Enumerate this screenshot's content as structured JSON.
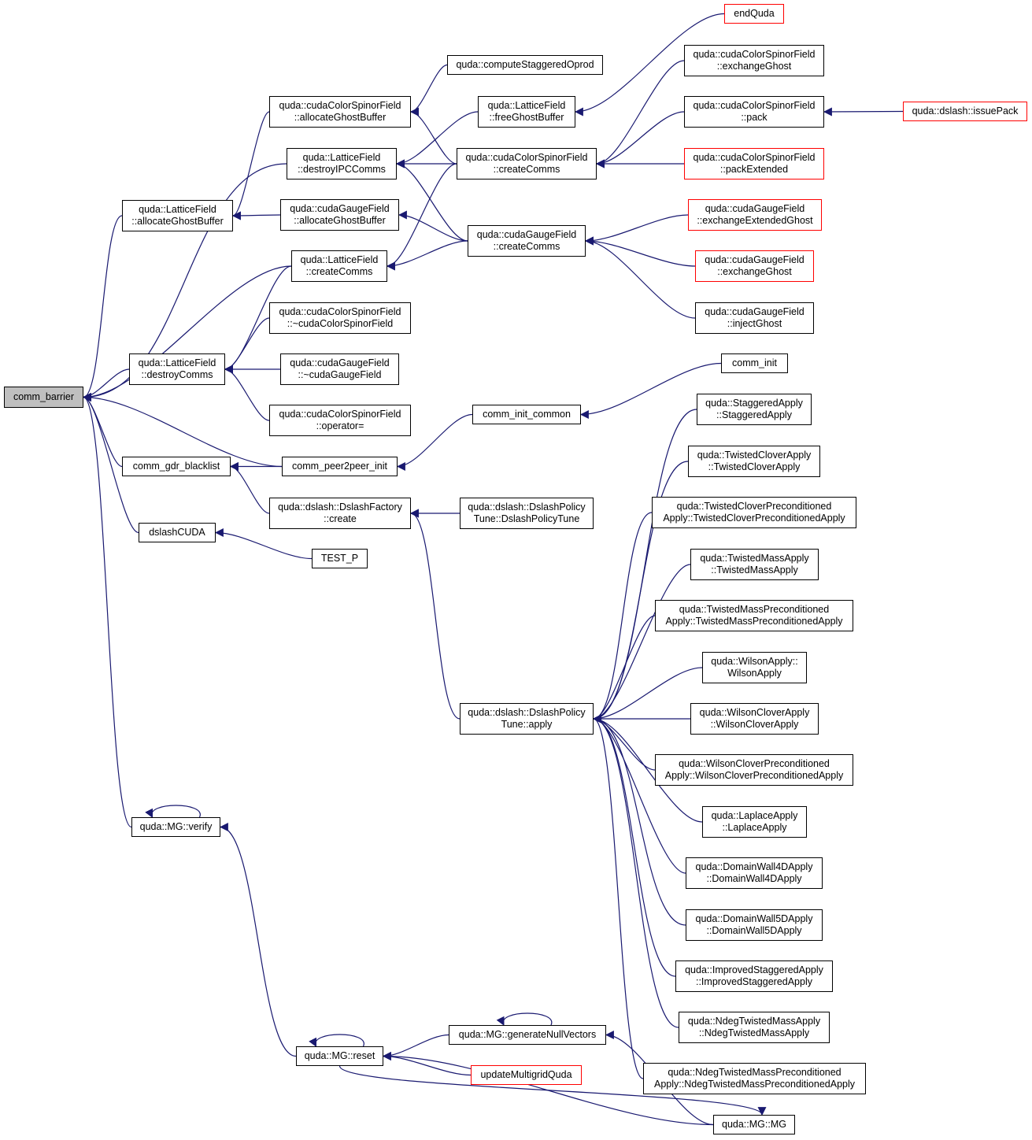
{
  "colors": {
    "edge": "#191970",
    "root_fill": "#bfbfbf",
    "truncated_border": "#ff0000",
    "node_border": "#000000"
  },
  "nodes": [
    {
      "id": "comm_barrier",
      "lines": [
        "comm_barrier"
      ],
      "root": true
    },
    {
      "id": "lf_allocGhost",
      "lines": [
        "quda::LatticeField",
        "::allocateGhostBuffer"
      ]
    },
    {
      "id": "comm_gdr_blacklist",
      "lines": [
        "comm_gdr_blacklist"
      ]
    },
    {
      "id": "dslashCUDA",
      "lines": [
        "dslashCUDA"
      ]
    },
    {
      "id": "lf_destroyComms",
      "lines": [
        "quda::LatticeField",
        "::destroyComms"
      ]
    },
    {
      "id": "mg_verify",
      "lines": [
        "quda::MG::verify"
      ]
    },
    {
      "id": "csf_allocGhost",
      "lines": [
        "quda::cudaColorSpinorField",
        "::allocateGhostBuffer"
      ]
    },
    {
      "id": "lf_destroyIPC",
      "lines": [
        "quda::LatticeField",
        "::destroyIPCComms"
      ]
    },
    {
      "id": "gf_allocGhost",
      "lines": [
        "quda::cudaGaugeField",
        "::allocateGhostBuffer"
      ]
    },
    {
      "id": "lf_createComms",
      "lines": [
        "quda::LatticeField",
        "::createComms"
      ]
    },
    {
      "id": "csf_dtor",
      "lines": [
        "quda::cudaColorSpinorField",
        "::~cudaColorSpinorField"
      ]
    },
    {
      "id": "gf_dtor",
      "lines": [
        "quda::cudaGaugeField",
        "::~cudaGaugeField"
      ]
    },
    {
      "id": "csf_opeq",
      "lines": [
        "quda::cudaColorSpinorField",
        "::operator="
      ]
    },
    {
      "id": "comm_peer2peer_init",
      "lines": [
        "comm_peer2peer_init"
      ]
    },
    {
      "id": "dslash_factory",
      "lines": [
        "quda::dslash::DslashFactory",
        "::create"
      ]
    },
    {
      "id": "test_p",
      "lines": [
        "TEST_P"
      ]
    },
    {
      "id": "mg_reset",
      "lines": [
        "quda::MG::reset"
      ]
    },
    {
      "id": "compute_stag",
      "lines": [
        "quda::computeStaggeredOprod"
      ]
    },
    {
      "id": "lf_freeGhost",
      "lines": [
        "quda::LatticeField",
        "::freeGhostBuffer"
      ]
    },
    {
      "id": "csf_createComms",
      "lines": [
        "quda::cudaColorSpinorField",
        "::createComms"
      ]
    },
    {
      "id": "gf_createComms",
      "lines": [
        "quda::cudaGaugeField",
        "::createComms"
      ]
    },
    {
      "id": "comm_init_common",
      "lines": [
        "comm_init_common"
      ]
    },
    {
      "id": "dpt_ctor",
      "lines": [
        "quda::dslash::DslashPolicy",
        "Tune::DslashPolicyTune"
      ]
    },
    {
      "id": "dpt_apply",
      "lines": [
        "quda::dslash::DslashPolicy",
        "Tune::apply"
      ]
    },
    {
      "id": "mg_genNull",
      "lines": [
        "quda::MG::generateNullVectors"
      ]
    },
    {
      "id": "updateMG",
      "lines": [
        "updateMultigridQuda"
      ],
      "truncated": true
    },
    {
      "id": "endQuda",
      "lines": [
        "endQuda"
      ],
      "truncated": true
    },
    {
      "id": "csf_exchGhost",
      "lines": [
        "quda::cudaColorSpinorField",
        "::exchangeGhost"
      ]
    },
    {
      "id": "csf_pack",
      "lines": [
        "quda::cudaColorSpinorField",
        "::pack"
      ]
    },
    {
      "id": "csf_packExt",
      "lines": [
        "quda::cudaColorSpinorField",
        "::packExtended"
      ],
      "truncated": true
    },
    {
      "id": "gf_exchExt",
      "lines": [
        "quda::cudaGaugeField",
        "::exchangeExtendedGhost"
      ],
      "truncated": true
    },
    {
      "id": "gf_exchGhost",
      "lines": [
        "quda::cudaGaugeField",
        "::exchangeGhost"
      ],
      "truncated": true
    },
    {
      "id": "gf_inject",
      "lines": [
        "quda::cudaGaugeField",
        "::injectGhost"
      ]
    },
    {
      "id": "comm_init",
      "lines": [
        "comm_init"
      ]
    },
    {
      "id": "stag",
      "lines": [
        "quda::StaggeredApply",
        "::StaggeredApply"
      ]
    },
    {
      "id": "tc",
      "lines": [
        "quda::TwistedCloverApply",
        "::TwistedCloverApply"
      ]
    },
    {
      "id": "tcp",
      "lines": [
        "quda::TwistedCloverPreconditioned",
        "Apply::TwistedCloverPreconditionedApply"
      ]
    },
    {
      "id": "tm",
      "lines": [
        "quda::TwistedMassApply",
        "::TwistedMassApply"
      ]
    },
    {
      "id": "tmp",
      "lines": [
        "quda::TwistedMassPreconditioned",
        "Apply::TwistedMassPreconditionedApply"
      ]
    },
    {
      "id": "wilson",
      "lines": [
        "quda::WilsonApply::",
        "WilsonApply"
      ]
    },
    {
      "id": "wc",
      "lines": [
        "quda::WilsonCloverApply",
        "::WilsonCloverApply"
      ]
    },
    {
      "id": "wcp",
      "lines": [
        "quda::WilsonCloverPreconditioned",
        "Apply::WilsonCloverPreconditionedApply"
      ]
    },
    {
      "id": "laplace",
      "lines": [
        "quda::LaplaceApply",
        "::LaplaceApply"
      ]
    },
    {
      "id": "dw4",
      "lines": [
        "quda::DomainWall4DApply",
        "::DomainWall4DApply"
      ]
    },
    {
      "id": "dw5",
      "lines": [
        "quda::DomainWall5DApply",
        "::DomainWall5DApply"
      ]
    },
    {
      "id": "istag",
      "lines": [
        "quda::ImprovedStaggeredApply",
        "::ImprovedStaggeredApply"
      ]
    },
    {
      "id": "ndeg",
      "lines": [
        "quda::NdegTwistedMassApply",
        "::NdegTwistedMassApply"
      ]
    },
    {
      "id": "ndegp",
      "lines": [
        "quda::NdegTwistedMassPreconditioned",
        "Apply::NdegTwistedMassPreconditionedApply"
      ]
    },
    {
      "id": "issuePack",
      "lines": [
        "quda::dslash::issuePack"
      ],
      "truncated": true
    },
    {
      "id": "mg_mg",
      "lines": [
        "quda::MG::MG"
      ]
    }
  ],
  "edges": [
    [
      "lf_allocGhost",
      "comm_barrier"
    ],
    [
      "comm_gdr_blacklist",
      "comm_barrier"
    ],
    [
      "dslashCUDA",
      "comm_barrier"
    ],
    [
      "lf_destroyComms",
      "comm_barrier"
    ],
    [
      "mg_verify",
      "comm_barrier"
    ],
    [
      "lf_destroyIPC",
      "comm_barrier"
    ],
    [
      "lf_createComms",
      "comm_barrier"
    ],
    [
      "comm_peer2peer_init",
      "comm_barrier"
    ],
    [
      "csf_allocGhost",
      "lf_allocGhost"
    ],
    [
      "gf_allocGhost",
      "lf_allocGhost"
    ],
    [
      "comm_peer2peer_init",
      "comm_gdr_blacklist"
    ],
    [
      "dslash_factory",
      "comm_gdr_blacklist"
    ],
    [
      "test_p",
      "dslashCUDA"
    ],
    [
      "lf_createComms",
      "lf_destroyComms"
    ],
    [
      "csf_dtor",
      "lf_destroyComms"
    ],
    [
      "gf_dtor",
      "lf_destroyComms"
    ],
    [
      "csf_opeq",
      "lf_destroyComms"
    ],
    [
      "mg_verify",
      "mg_verify"
    ],
    [
      "mg_reset",
      "mg_verify"
    ],
    [
      "compute_stag",
      "csf_allocGhost"
    ],
    [
      "csf_createComms",
      "csf_allocGhost"
    ],
    [
      "lf_freeGhost",
      "lf_destroyIPC"
    ],
    [
      "csf_createComms",
      "lf_destroyIPC"
    ],
    [
      "gf_createComms",
      "lf_destroyIPC"
    ],
    [
      "gf_createComms",
      "gf_allocGhost"
    ],
    [
      "csf_createComms",
      "lf_createComms"
    ],
    [
      "gf_createComms",
      "lf_createComms"
    ],
    [
      "comm_init_common",
      "comm_peer2peer_init"
    ],
    [
      "dpt_ctor",
      "dslash_factory"
    ],
    [
      "dpt_apply",
      "dslash_factory"
    ],
    [
      "mg_reset",
      "mg_reset"
    ],
    [
      "mg_genNull",
      "mg_reset"
    ],
    [
      "updateMG",
      "mg_reset"
    ],
    [
      "mg_mg",
      "mg_reset"
    ],
    [
      "endQuda",
      "lf_freeGhost"
    ],
    [
      "csf_exchGhost",
      "csf_createComms"
    ],
    [
      "csf_pack",
      "csf_createComms"
    ],
    [
      "csf_packExt",
      "csf_createComms"
    ],
    [
      "gf_exchExt",
      "gf_createComms"
    ],
    [
      "gf_exchGhost",
      "gf_createComms"
    ],
    [
      "gf_inject",
      "gf_createComms"
    ],
    [
      "comm_init",
      "comm_init_common"
    ],
    [
      "stag",
      "dpt_apply"
    ],
    [
      "tc",
      "dpt_apply"
    ],
    [
      "tcp",
      "dpt_apply"
    ],
    [
      "tm",
      "dpt_apply"
    ],
    [
      "tmp",
      "dpt_apply"
    ],
    [
      "wilson",
      "dpt_apply"
    ],
    [
      "wc",
      "dpt_apply"
    ],
    [
      "wcp",
      "dpt_apply"
    ],
    [
      "laplace",
      "dpt_apply"
    ],
    [
      "dw4",
      "dpt_apply"
    ],
    [
      "dw5",
      "dpt_apply"
    ],
    [
      "istag",
      "dpt_apply"
    ],
    [
      "ndeg",
      "dpt_apply"
    ],
    [
      "ndegp",
      "dpt_apply"
    ],
    [
      "mg_genNull",
      "mg_genNull"
    ],
    [
      "mg_mg",
      "mg_genNull"
    ],
    [
      "mg_reset",
      "mg_mg"
    ],
    [
      "issuePack",
      "csf_pack"
    ]
  ]
}
